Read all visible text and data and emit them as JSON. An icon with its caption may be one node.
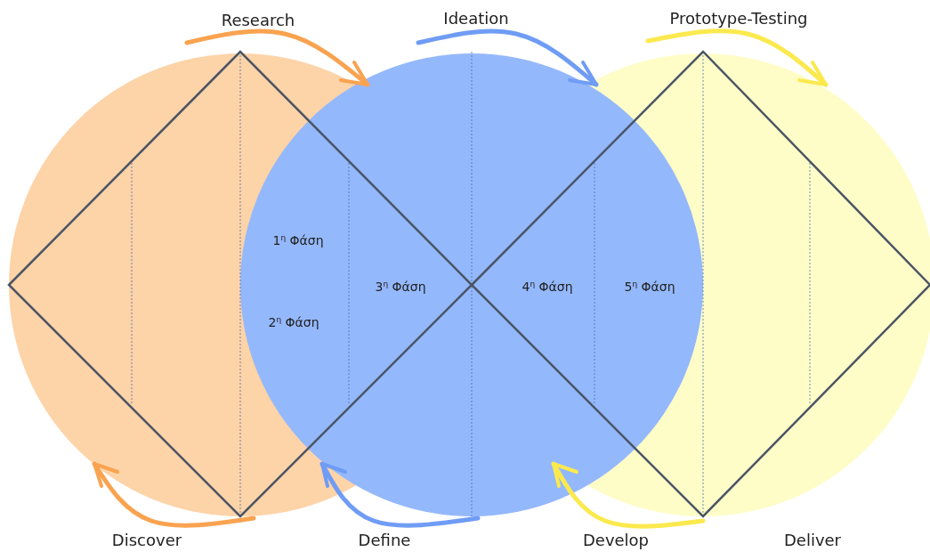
{
  "diagram": {
    "labels": [
      "Research",
      "Ideation",
      "Prototype-Testing",
      "1$^{η}$ Φάση",
      "3$^{η}$ Φάση",
      "4$^{η}$ Φάση",
      "5$^{η}$ Φάση",
      "2$^{η}$ Φάση",
      "Discover",
      "Define",
      "Develop",
      "Deliver"
    ]
  }
}
